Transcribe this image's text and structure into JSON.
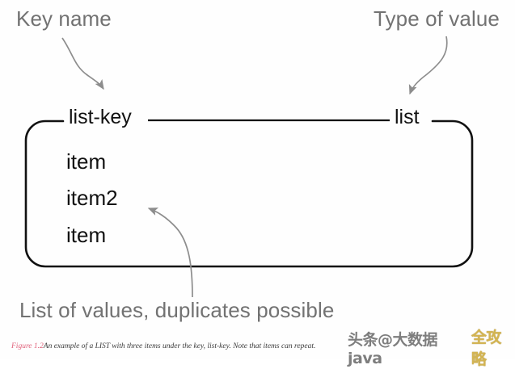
{
  "figure": {
    "type": "diagram",
    "subject": "YAML LIST structure annotated diagram",
    "background_color": "#fefefe",
    "annotation_color": "#727272",
    "structure_color": "#111111",
    "caption_accent_color": "#e0607a"
  },
  "annotations": {
    "key_name": "Key name",
    "type_of_value": "Type of value",
    "list_of_values": "List of values, duplicates possible"
  },
  "box": {
    "key_label": "list-key",
    "type_label": "list",
    "items": [
      "item",
      "item2",
      "item"
    ]
  },
  "caption": {
    "figure_number": "Figure 1.2",
    "part1": "An example of a ",
    "emphasis1": "LIST",
    "part2": " with three items under the key, ",
    "emphasis2": "list-key",
    "part3": ". Note that items can repeat."
  },
  "watermark": {
    "main": "头条@大数据java",
    "accent": "全攻略"
  }
}
